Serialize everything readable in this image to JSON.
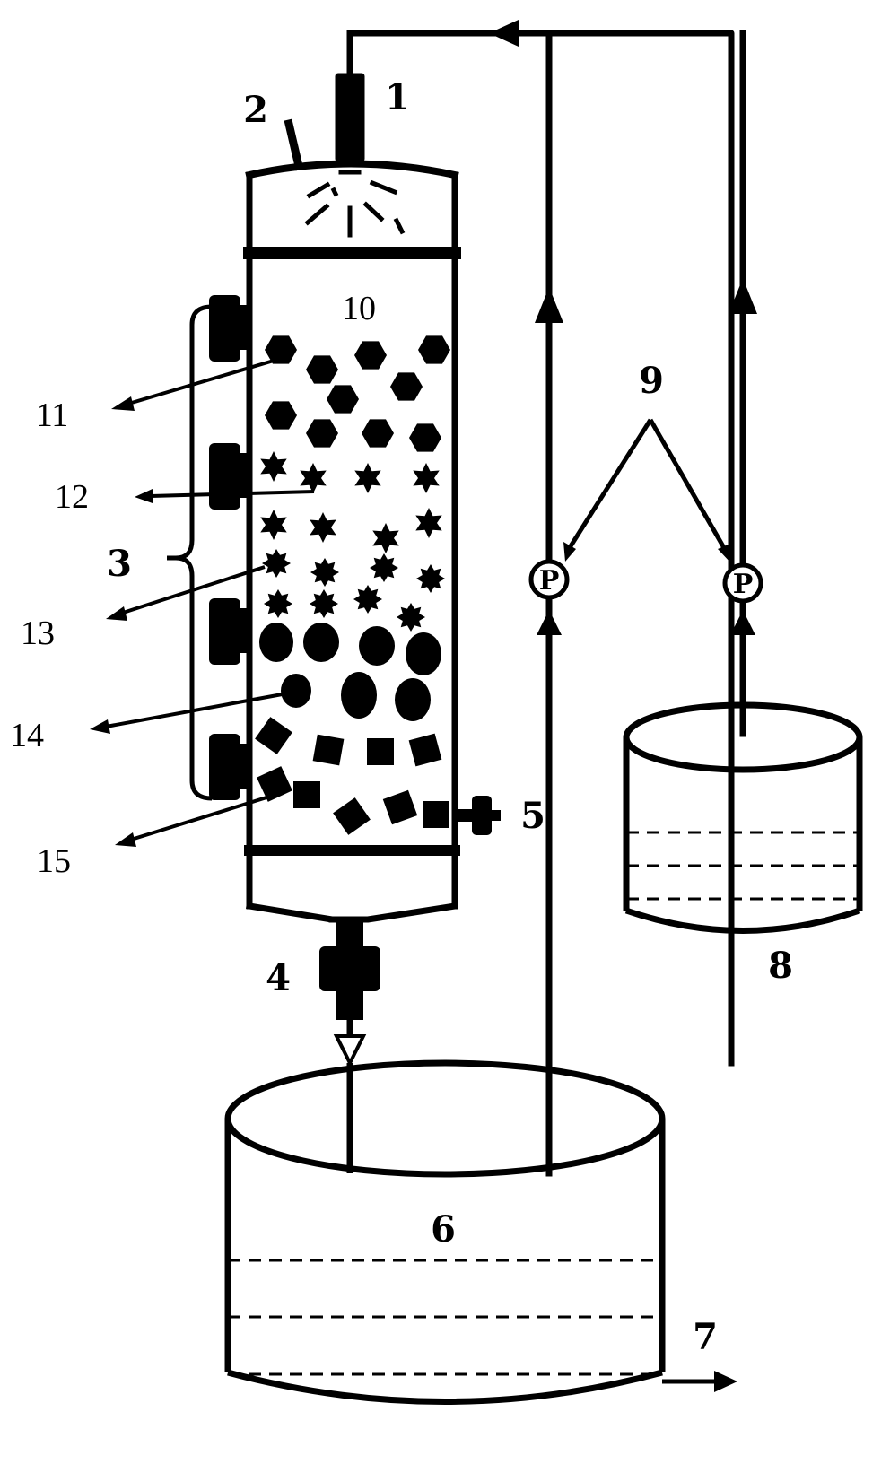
{
  "labels": {
    "nozzle": "1",
    "vent": "2",
    "ports": "3",
    "bottom_valve": "4",
    "side_valve": "5",
    "collection_tank": "6",
    "outlet": "7",
    "feed_tank": "8",
    "pumps": "9",
    "column_space": "10",
    "layer_hexagon": "11",
    "layer_star6": "12",
    "layer_star8": "13",
    "layer_ellipse": "14",
    "layer_square": "15"
  },
  "pump_symbol": "P",
  "colors": {
    "ink": "#000000",
    "paper": "#ffffff"
  }
}
